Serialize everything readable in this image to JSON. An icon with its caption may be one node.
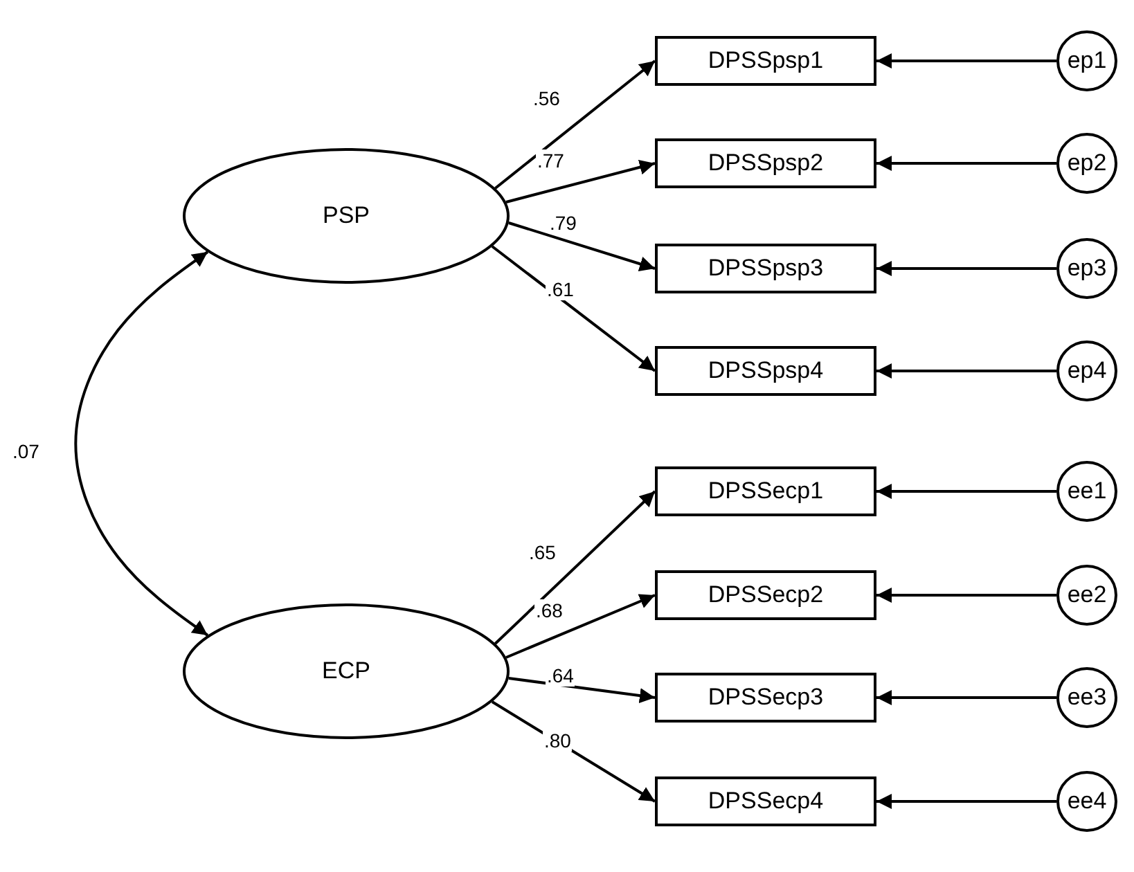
{
  "diagram": {
    "nodes": [
      {
        "text": [
          "PSP"
        ]
      },
      {
        "text": [
          "ECP"
        ]
      },
      {
        "text": [
          "DPSSpsp1"
        ]
      },
      {
        "text": [
          "DPSSpsp2"
        ]
      },
      {
        "text": [
          "DPSSpsp3"
        ]
      },
      {
        "text": [
          "DPSSpsp4"
        ]
      },
      {
        "text": [
          "DPSSecp1"
        ]
      },
      {
        "text": [
          "DPSSecp2"
        ]
      },
      {
        "text": [
          "DPSSecp3"
        ]
      },
      {
        "text": [
          "DPSSecp4"
        ]
      },
      {
        "text": [
          "ep1"
        ]
      },
      {
        "text": [
          "ep2"
        ]
      },
      {
        "text": [
          "ep3"
        ]
      },
      {
        "text": [
          "ep4"
        ]
      },
      {
        "text": [
          "ee1"
        ]
      },
      {
        "text": [
          "ee2"
        ]
      },
      {
        "text": [
          "ee3"
        ]
      },
      {
        "text": [
          "ee4"
        ]
      }
    ],
    "edges": [
      {
        "from": 0,
        "to": 1,
        "arrow": "both",
        "label": ".07"
      },
      {
        "from": 0,
        "to": 2,
        "arrow": "to",
        "label": ".56"
      },
      {
        "from": 0,
        "to": 3,
        "arrow": "to",
        "label": ".77"
      },
      {
        "from": 0,
        "to": 4,
        "arrow": "to",
        "label": ".79"
      },
      {
        "from": 0,
        "to": 5,
        "arrow": "to",
        "label": ".61"
      },
      {
        "from": 1,
        "to": 6,
        "arrow": "to",
        "label": ".65"
      },
      {
        "from": 1,
        "to": 7,
        "arrow": "to",
        "label": ".68"
      },
      {
        "from": 1,
        "to": 8,
        "arrow": "to",
        "label": ".64"
      },
      {
        "from": 1,
        "to": 9,
        "arrow": "to",
        "label": ".80"
      },
      {
        "from": 10,
        "to": 2,
        "arrow": "to"
      },
      {
        "from": 11,
        "to": 3,
        "arrow": "to"
      },
      {
        "from": 12,
        "to": 4,
        "arrow": "to"
      },
      {
        "from": 13,
        "to": 5,
        "arrow": "to"
      },
      {
        "from": 14,
        "to": 6,
        "arrow": "to"
      },
      {
        "from": 15,
        "to": 7,
        "arrow": "to"
      },
      {
        "from": 16,
        "to": 8,
        "arrow": "to"
      },
      {
        "from": 17,
        "to": 9,
        "arrow": "to"
      }
    ]
  }
}
